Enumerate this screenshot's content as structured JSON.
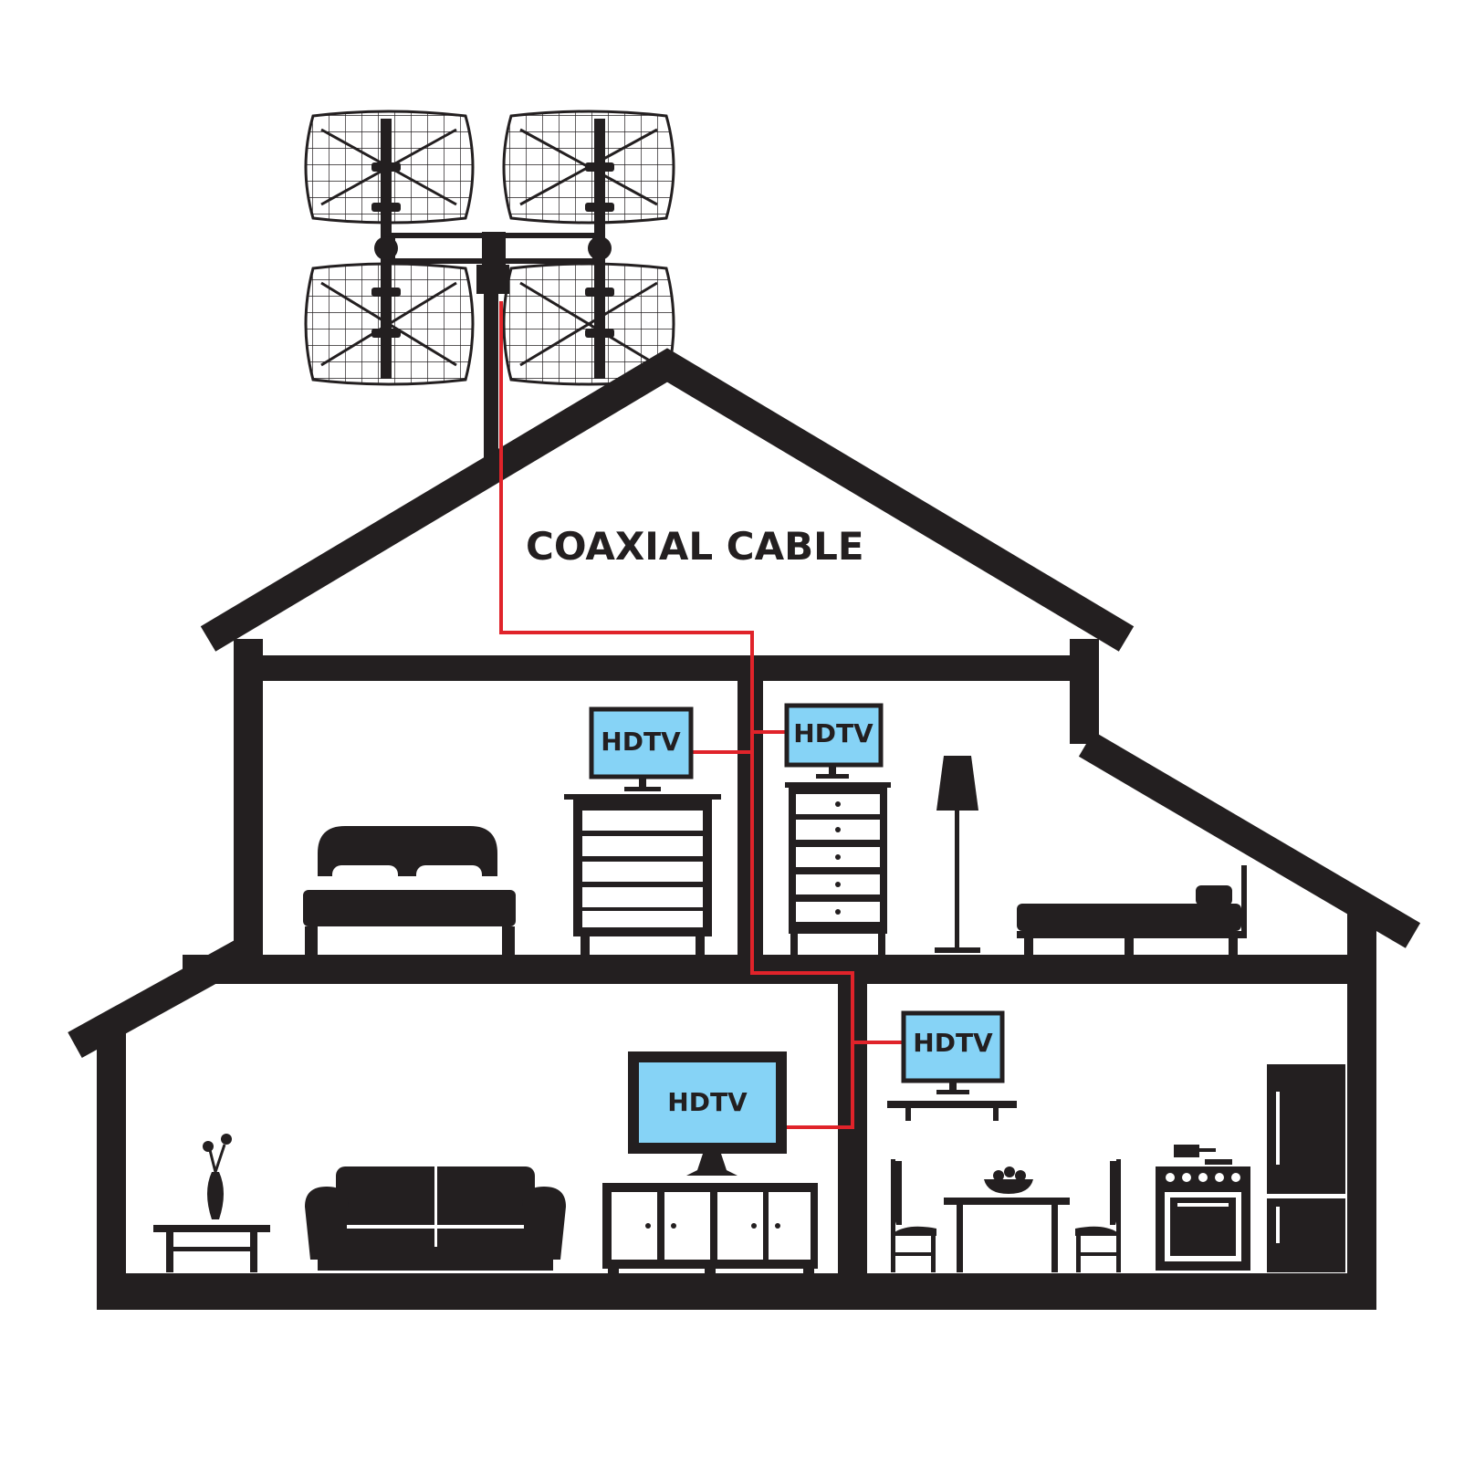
{
  "labels": {
    "cable": "COAXIAL CABLE",
    "tv_upstairs_left": "HDTV",
    "tv_upstairs_right": "HDTV",
    "tv_living_room": "HDTV",
    "tv_kitchen": "HDTV"
  },
  "colors": {
    "structure": "#231f20",
    "cable": "#e0232a",
    "screen": "#86d3f6",
    "background": "#ffffff"
  }
}
